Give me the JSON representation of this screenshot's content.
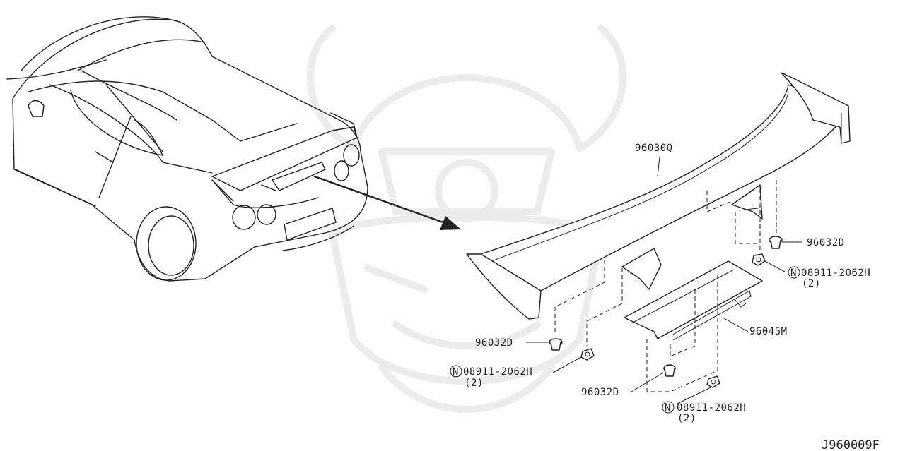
{
  "diagram_id": "J960009F",
  "parts": {
    "spoiler": "96030Q",
    "finisher": "96045M",
    "clip_right": "96032D",
    "clip_left": "96032D",
    "clip_lower": "96032D"
  },
  "nuts": [
    {
      "marker": "N",
      "part": "08911-2062H",
      "qty": "(2)"
    },
    {
      "marker": "N",
      "part": "08911-2062H",
      "qty": "(2)"
    },
    {
      "marker": "N",
      "part": "08911-2062H",
      "qty": "(2)"
    }
  ]
}
